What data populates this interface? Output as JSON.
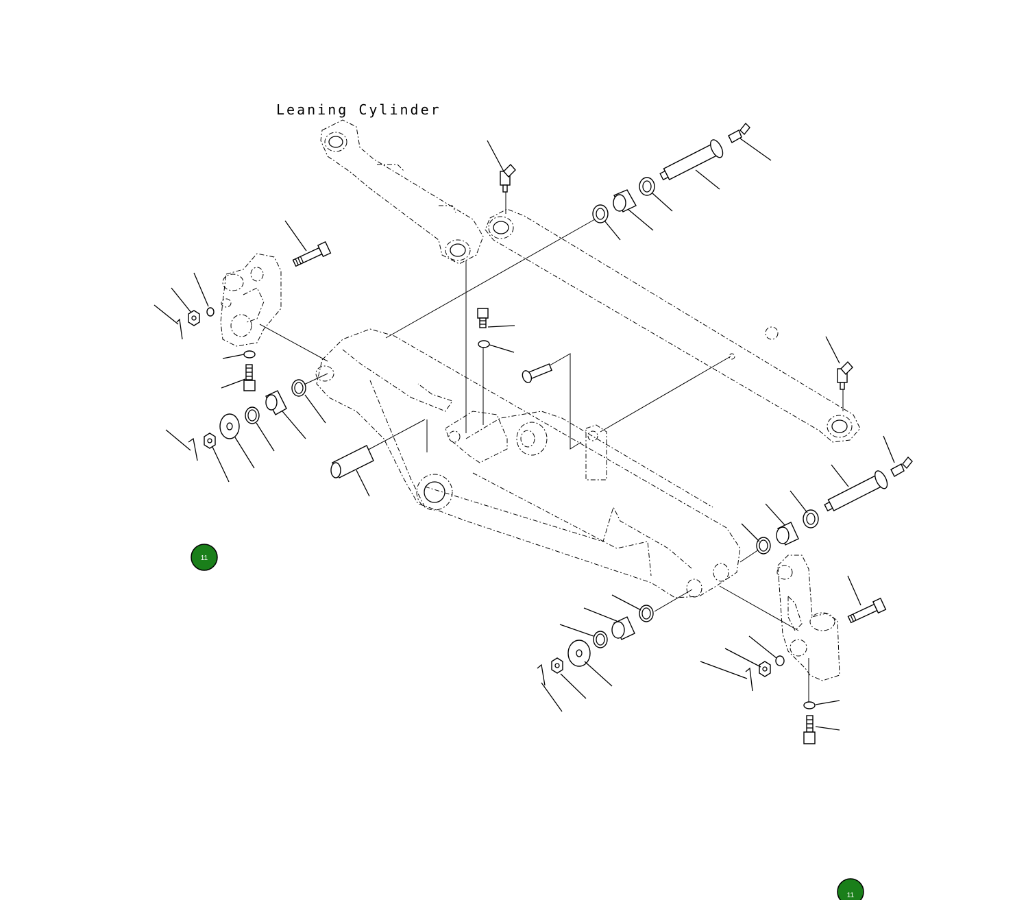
{
  "diagram": {
    "caption": "Leaning Cylinder",
    "badges": [
      {
        "label": "11",
        "color": "#1a7f1a"
      },
      {
        "label": "11",
        "color": "#1a7f1a"
      }
    ]
  }
}
